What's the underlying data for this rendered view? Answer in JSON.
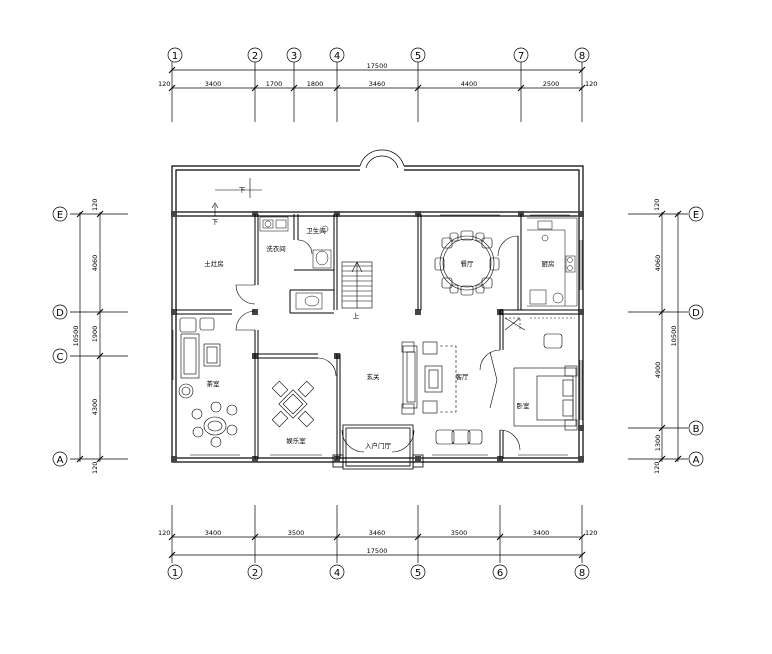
{
  "axes": {
    "top_numbers": [
      "1",
      "2",
      "3",
      "4",
      "5",
      "7",
      "8"
    ],
    "bottom_numbers": [
      "1",
      "2",
      "4",
      "5",
      "6",
      "8"
    ],
    "left_letters": [
      "E",
      "D",
      "C",
      "A"
    ],
    "right_letters": [
      "E",
      "D",
      "B",
      "A"
    ]
  },
  "dimensions": {
    "top_total": "17500",
    "top_segments": [
      "3400",
      "1700",
      "1800",
      "3460",
      "4400",
      "2500"
    ],
    "bottom_total": "17500",
    "bottom_segments": [
      "3400",
      "3500",
      "3460",
      "3500",
      "3400"
    ],
    "wall_offset": "120",
    "left_total": "10500",
    "left_segments": [
      "4060",
      "1900",
      "4300"
    ],
    "right_total": "10500",
    "right_segments": [
      "4060",
      "4900",
      "1300"
    ]
  },
  "rooms": {
    "earth_kitchen": "土灶房",
    "laundry": "洗衣间",
    "bathroom": "卫生间",
    "dining": "餐厅",
    "kitchen": "厨房",
    "tea_room": "茶室",
    "entertainment": "娱乐室",
    "foyer": "玄关",
    "living": "客厅",
    "bedroom": "卧室",
    "entrance_hall": "入户门厅"
  },
  "stair": {
    "down_label": "下",
    "up_label": "上"
  }
}
